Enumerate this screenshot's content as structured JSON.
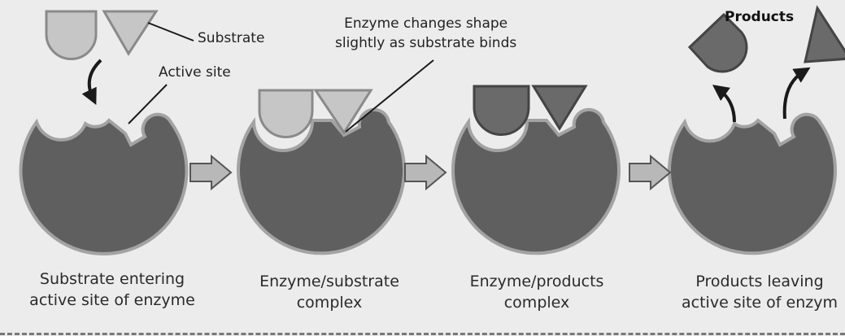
{
  "labels": {
    "substrate": "Substrate",
    "active_site": "Active site",
    "shape_change": [
      "Enzyme changes shape",
      "slightly as substrate binds"
    ],
    "products": "Products"
  },
  "stages": [
    {
      "caption": [
        "Substrate entering",
        "active site of enzyme"
      ]
    },
    {
      "caption": [
        "Enzyme/substrate",
        "complex"
      ]
    },
    {
      "caption": [
        "Enzyme/products",
        "complex"
      ]
    },
    {
      "caption": [
        "Products leaving",
        "active site of enzym"
      ]
    }
  ],
  "colors": {
    "background": "#ececec",
    "enzyme_fill": "#5f5f5f",
    "enzyme_outline": "#a3a3a3",
    "substrate_fill": "#c6c6c6",
    "substrate_outline": "#8a8a8a",
    "product_fill": "#6a6a6a",
    "product_outline": "#444444",
    "arrow_fill": "#b8b8b8",
    "arrow_outline": "#555555",
    "line": "#1a1a1a"
  }
}
